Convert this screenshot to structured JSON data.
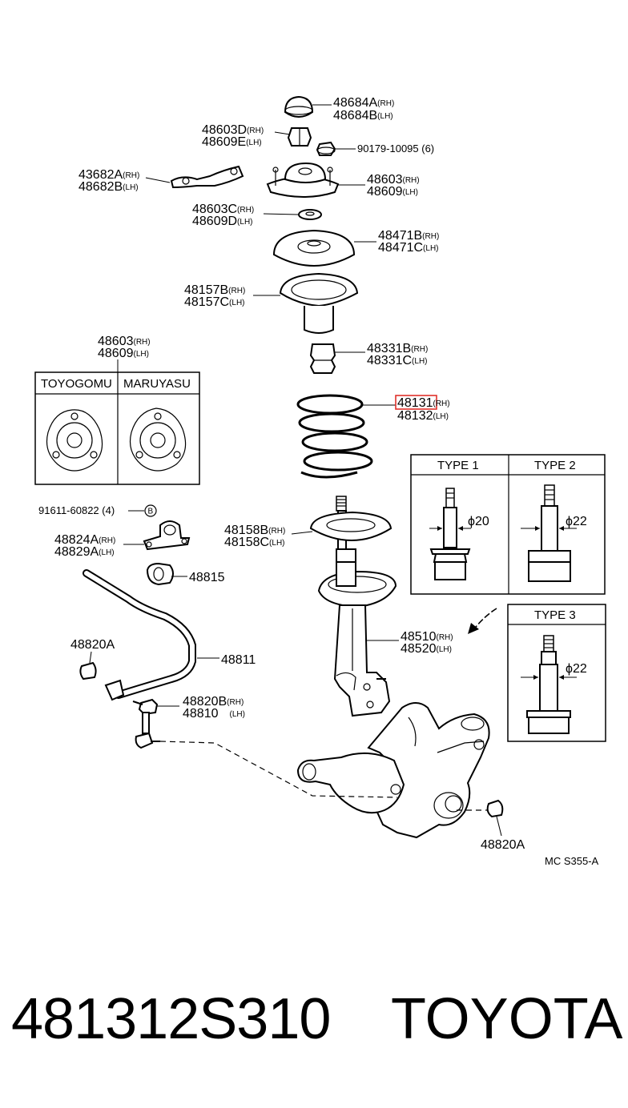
{
  "parts": {
    "p48684a": {
      "num": "48684A",
      "side": "(RH)"
    },
    "p48684b": {
      "num": "48684B",
      "side": "(LH)"
    },
    "p48603d": {
      "num": "48603D",
      "side": "(RH)"
    },
    "p48609e": {
      "num": "48609E",
      "side": "(LH)"
    },
    "p90179": {
      "num": "90179-10095 (6)"
    },
    "p48682a": {
      "num": "43682A",
      "side": "(RH)"
    },
    "p48682b": {
      "num": "48682B",
      "side": "(LH)"
    },
    "p48603": {
      "num": "48603",
      "side": "(RH)"
    },
    "p48609": {
      "num": "48609",
      "side": "(LH)"
    },
    "p48603c": {
      "num": "48603C",
      "side": "(RH)"
    },
    "p48609d": {
      "num": "48609D",
      "side": "(LH)"
    },
    "p48471b": {
      "num": "48471B",
      "side": "(RH)"
    },
    "p48471c": {
      "num": "48471C",
      "side": "(LH)"
    },
    "p48157b": {
      "num": "48157B",
      "side": "(RH)"
    },
    "p48157c": {
      "num": "48157C",
      "side": "(LH)"
    },
    "p48331b": {
      "num": "48331B",
      "side": "(RH)"
    },
    "p48331c": {
      "num": "48331C",
      "side": "(LH)"
    },
    "p48131": {
      "num": "48131",
      "side": "(RH)"
    },
    "p48132": {
      "num": "48132",
      "side": "(LH)"
    },
    "p48603b": {
      "num": "48603",
      "side": "(RH)"
    },
    "p48609b": {
      "num": "48609",
      "side": "(LH)"
    },
    "p91611": {
      "num": "91611-60822 (4)",
      "marker": "B"
    },
    "p48824a": {
      "num": "48824A",
      "side": "(RH)"
    },
    "p48829a": {
      "num": "48829A",
      "side": "(LH)"
    },
    "p48815": {
      "num": "48815"
    },
    "p48158b": {
      "num": "48158B",
      "side": "(RH)"
    },
    "p48158c": {
      "num": "48158C",
      "side": "(LH)"
    },
    "p48820a_left": {
      "num": "48820A"
    },
    "p48811": {
      "num": "48811"
    },
    "p48820b": {
      "num": "48820B",
      "side": "(RH)"
    },
    "p48810": {
      "num": "48810",
      "side": "(LH)"
    },
    "p48510": {
      "num": "48510",
      "side": "(RH)"
    },
    "p48520": {
      "num": "48520",
      "side": "(LH)"
    },
    "p48820a_right": {
      "num": "48820A"
    }
  },
  "mounts_box": {
    "left_title": "TOYOGOMU",
    "right_title": "MARUYASU"
  },
  "type_box": {
    "type1": {
      "title": "TYPE 1",
      "dia": "ϕ20"
    },
    "type2": {
      "title": "TYPE 2",
      "dia": "ϕ22"
    },
    "type3": {
      "title": "TYPE 3",
      "dia": "ϕ22"
    }
  },
  "diagram_code": "MC S355-A",
  "footer": {
    "part_number": "481312S310",
    "brand": "TOYOTA"
  },
  "colors": {
    "highlight": "#e0312b",
    "ink": "#000000"
  }
}
